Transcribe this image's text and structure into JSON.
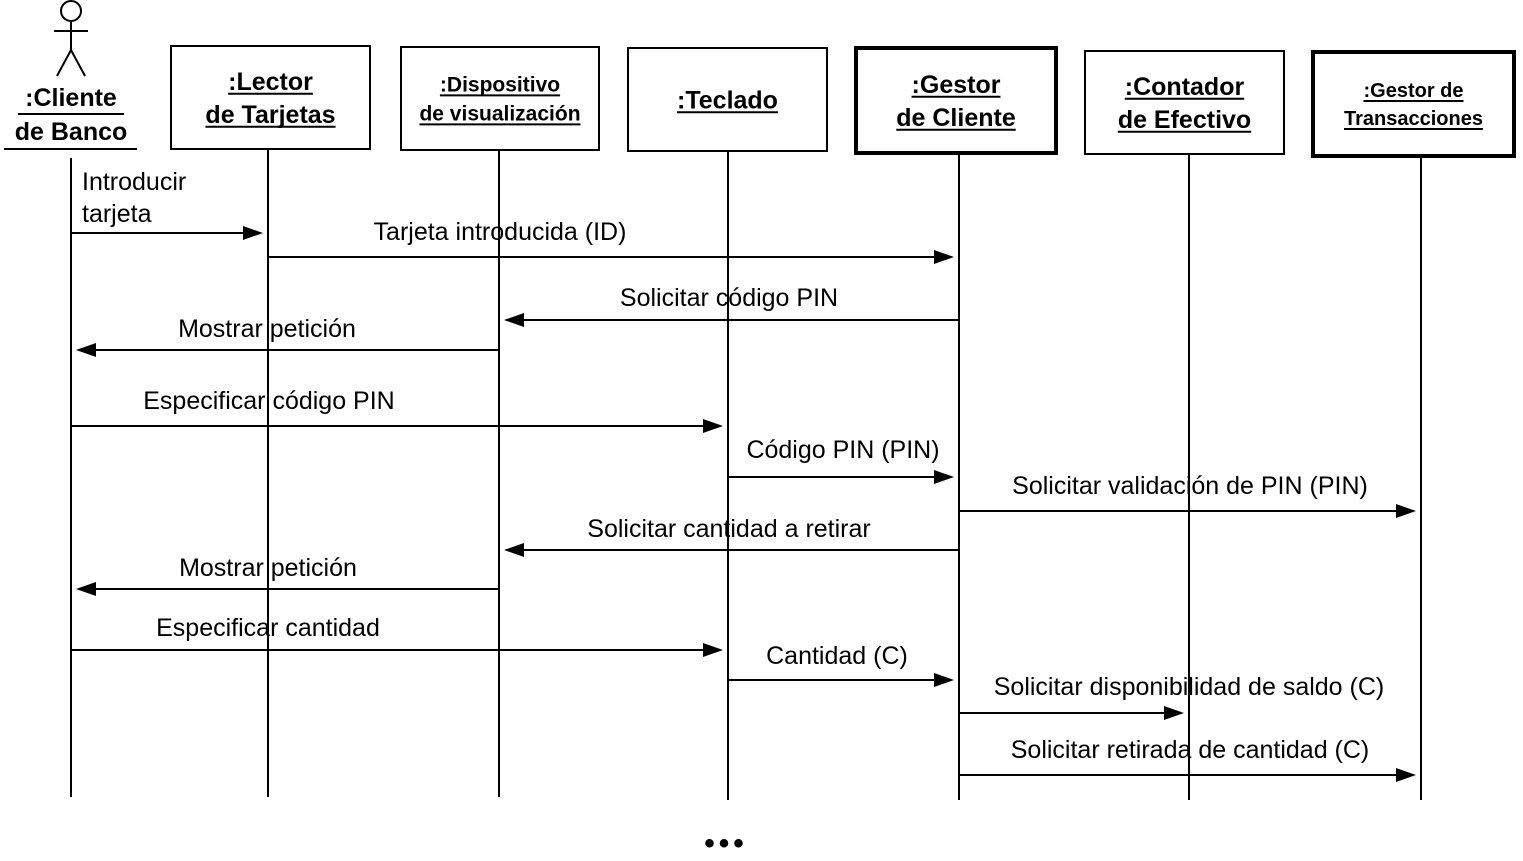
{
  "participants": [
    {
      "id": "cliente",
      "line1": ":Cliente",
      "line2": "de Banco",
      "kind": "actor"
    },
    {
      "id": "lector",
      "line1": ":Lector",
      "line2": "de Tarjetas",
      "kind": "object"
    },
    {
      "id": "dispositivo",
      "line1": ":Dispositivo",
      "line2": "de visualización",
      "kind": "object"
    },
    {
      "id": "teclado",
      "line1": ":Teclado",
      "line2": "",
      "kind": "object"
    },
    {
      "id": "gestor_cliente",
      "line1": ":Gestor",
      "line2": "de Cliente",
      "kind": "active-object"
    },
    {
      "id": "contador",
      "line1": ":Contador",
      "line2": "de Efectivo",
      "kind": "object"
    },
    {
      "id": "gestor_trans",
      "line1": ":Gestor de",
      "line2": "Transacciones",
      "kind": "active-object"
    }
  ],
  "messages": [
    {
      "from": "cliente",
      "to": "lector",
      "label_lines": [
        "Introducir",
        "tarjeta"
      ]
    },
    {
      "from": "lector",
      "to": "gestor_cliente",
      "label_lines": [
        "Tarjeta introducida (ID)"
      ]
    },
    {
      "from": "gestor_cliente",
      "to": "dispositivo",
      "label_lines": [
        "Solicitar código PIN"
      ]
    },
    {
      "from": "dispositivo",
      "to": "cliente",
      "label_lines": [
        "Mostrar petición"
      ]
    },
    {
      "from": "cliente",
      "to": "teclado",
      "label_lines": [
        "Especificar código PIN"
      ]
    },
    {
      "from": "teclado",
      "to": "gestor_cliente",
      "label_lines": [
        "Código PIN (PIN)"
      ]
    },
    {
      "from": "gestor_cliente",
      "to": "gestor_trans",
      "label_lines": [
        "Solicitar validación de PIN (PIN)"
      ]
    },
    {
      "from": "gestor_cliente",
      "to": "dispositivo",
      "label_lines": [
        "Solicitar cantidad a retirar"
      ]
    },
    {
      "from": "dispositivo",
      "to": "cliente",
      "label_lines": [
        "Mostrar petición"
      ]
    },
    {
      "from": "cliente",
      "to": "teclado",
      "label_lines": [
        "Especificar cantidad"
      ]
    },
    {
      "from": "teclado",
      "to": "gestor_cliente",
      "label_lines": [
        "Cantidad (C)"
      ]
    },
    {
      "from": "gestor_cliente",
      "to": "contador",
      "label_lines": [
        "Solicitar disponibilidad de saldo (C)"
      ]
    },
    {
      "from": "gestor_cliente",
      "to": "gestor_trans",
      "label_lines": [
        "Solicitar retirada de cantidad (C)"
      ]
    }
  ],
  "continuation_marker": "•••"
}
